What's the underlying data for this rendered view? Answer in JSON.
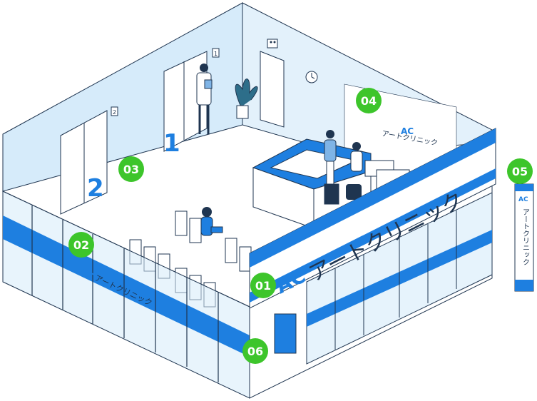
{
  "colors": {
    "brand_blue": "#1e7fe0",
    "wall_blue": "#d6ebfa",
    "outline": "#1f3550",
    "marker_green": "#3dc52b"
  },
  "clinic": {
    "brand_logo": "AC",
    "name_jp": "アートクリニック",
    "wall_sign_logo": "AC",
    "wall_sign_name": "アートクリニック",
    "glass_logo": "AC",
    "glass_name": "アートクリニック",
    "pylon_logo": "AC",
    "pylon_name": "アートクリニック"
  },
  "rooms": {
    "room1_number": "1",
    "room2_number": "2",
    "room1_plate": "1",
    "room2_plate": "2"
  },
  "markers": [
    {
      "label": "01"
    },
    {
      "label": "02"
    },
    {
      "label": "03"
    },
    {
      "label": "04"
    },
    {
      "label": "05"
    },
    {
      "label": "06"
    }
  ]
}
